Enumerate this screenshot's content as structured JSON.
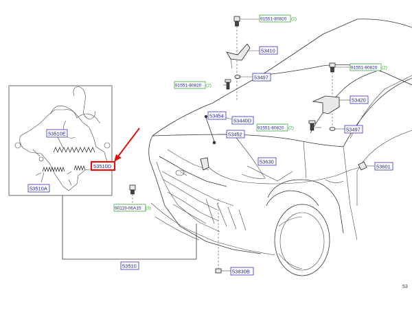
{
  "labels": {
    "p53510D": "53510D",
    "p53510E": "53510E",
    "p53510A": "53510A",
    "p53510": "53510",
    "p53410": "53410",
    "p53497a": "53497",
    "p53497b": "53497",
    "p53420": "53420",
    "p53454": "53454",
    "p53440D": "53440D",
    "p53452": "53452",
    "p53630": "53630",
    "p53601": "53601",
    "p53830B": "53830B",
    "b91551a": "91551-80820",
    "b91551b": "91551-80820",
    "b91551c": "91551-80820",
    "b91551d": "91551-80820",
    "b90119": "90119-06A15",
    "qty_a": "(2)",
    "qty_b": "(2)",
    "qty_c": "(2)",
    "qty_d": "(2)",
    "qty_e": "(3)",
    "page_ref": "53"
  },
  "colors": {
    "label_border": "#2f2fb8",
    "bolt_border": "#3aa63a",
    "highlight": "#e01010",
    "arrow": "#e01010"
  }
}
